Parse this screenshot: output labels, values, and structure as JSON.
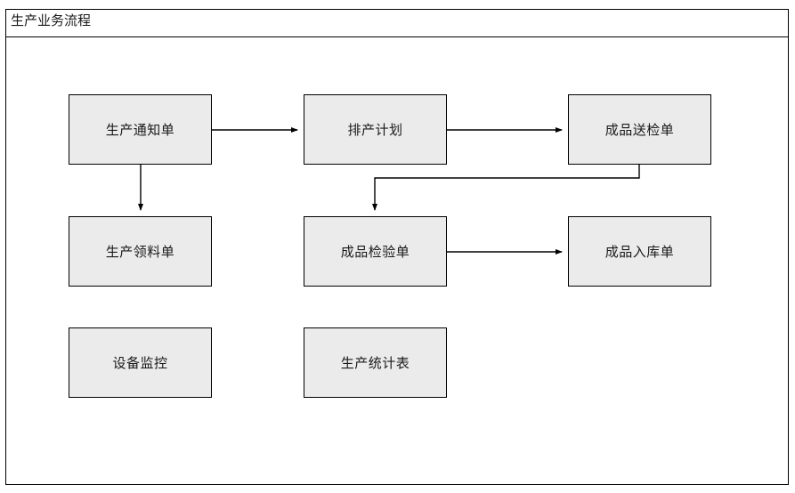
{
  "diagram": {
    "title": "生产业务流程",
    "type": "flowchart",
    "nodes": [
      {
        "id": "production-notice",
        "label": "生产通知单",
        "row": 1,
        "col": 1
      },
      {
        "id": "production-schedule",
        "label": "排产计划",
        "row": 1,
        "col": 2
      },
      {
        "id": "finished-goods-submit",
        "label": "成品送检单",
        "row": 1,
        "col": 3
      },
      {
        "id": "material-requisition",
        "label": "生产领料单",
        "row": 2,
        "col": 1
      },
      {
        "id": "finished-goods-check",
        "label": "成品检验单",
        "row": 2,
        "col": 2
      },
      {
        "id": "finished-goods-intake",
        "label": "成品入库单",
        "row": 2,
        "col": 3
      },
      {
        "id": "equipment-monitor",
        "label": "设备监控",
        "row": 3,
        "col": 1
      },
      {
        "id": "production-statistics",
        "label": "生产统计表",
        "row": 3,
        "col": 2
      }
    ],
    "edges": [
      {
        "from": "production-notice",
        "to": "production-schedule",
        "style": "straight-horizontal"
      },
      {
        "from": "production-schedule",
        "to": "finished-goods-submit",
        "style": "straight-horizontal"
      },
      {
        "from": "production-notice",
        "to": "material-requisition",
        "style": "straight-vertical"
      },
      {
        "from": "finished-goods-submit",
        "to": "finished-goods-check",
        "style": "orthogonal-down-left-down"
      },
      {
        "from": "finished-goods-check",
        "to": "finished-goods-intake",
        "style": "straight-horizontal"
      }
    ],
    "colors": {
      "node_fill": "#ebebeb",
      "node_border": "#000000",
      "connector": "#000000",
      "frame_border": "#000000",
      "canvas_background": "#ffffff",
      "text": "#1a1a1a"
    }
  }
}
